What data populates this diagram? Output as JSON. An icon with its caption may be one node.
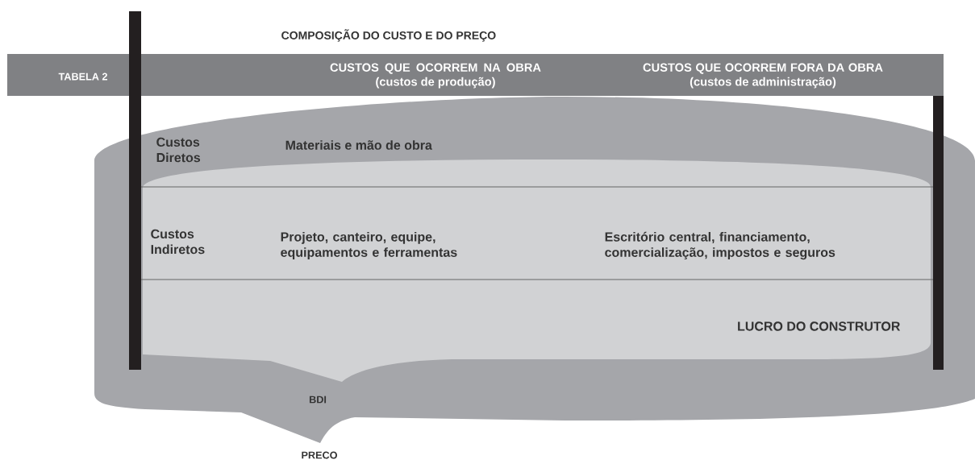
{
  "diagram": {
    "title": "COMPOSIÇÃO DO CUSTO E DO PREÇO",
    "nodes": [
      {
        "text": [
          "TABELA 2",
          "CUSTOS QUE OCORREM NA OBRA (custos de produção)",
          "CUSTOS QUE OCORREM FORA DA OBRA (custos de administração)"
        ]
      },
      {
        "text": [
          "Custos Diretos",
          "Materiais e mão de obra",
          "BDI"
        ],
        "beside": [
          "PRECO"
        ]
      },
      {
        "text": [
          "LUCRO DO CONSTRUTOR"
        ],
        "in": 1
      },
      {
        "text": [
          "Custos Indiretos",
          "Projeto, canteiro, equipe, equipamentos e ferramentas",
          "Escritório central, financiamento, comercialização, impostos e seguros"
        ],
        "in": 2
      }
    ]
  }
}
